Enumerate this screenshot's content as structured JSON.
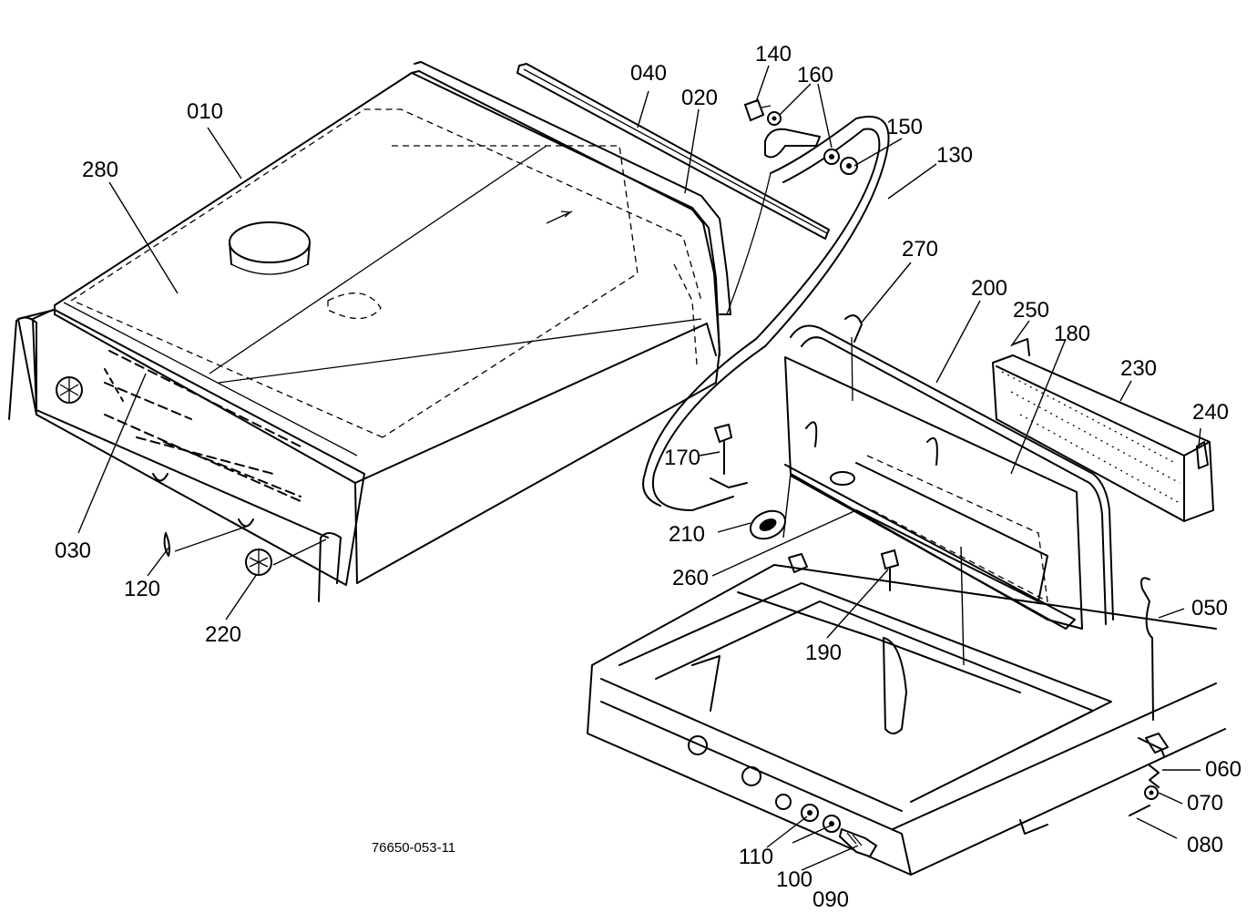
{
  "drawing_code": "76650-053-11",
  "callouts": [
    {
      "id": "010"
    },
    {
      "id": "020"
    },
    {
      "id": "030"
    },
    {
      "id": "040"
    },
    {
      "id": "050"
    },
    {
      "id": "060"
    },
    {
      "id": "070"
    },
    {
      "id": "080"
    },
    {
      "id": "090"
    },
    {
      "id": "100"
    },
    {
      "id": "110"
    },
    {
      "id": "120"
    },
    {
      "id": "130"
    },
    {
      "id": "140"
    },
    {
      "id": "150"
    },
    {
      "id": "160"
    },
    {
      "id": "170"
    },
    {
      "id": "180"
    },
    {
      "id": "190"
    },
    {
      "id": "200"
    },
    {
      "id": "210"
    },
    {
      "id": "220"
    },
    {
      "id": "230"
    },
    {
      "id": "240"
    },
    {
      "id": "250"
    },
    {
      "id": "260"
    },
    {
      "id": "270"
    },
    {
      "id": "280"
    }
  ]
}
